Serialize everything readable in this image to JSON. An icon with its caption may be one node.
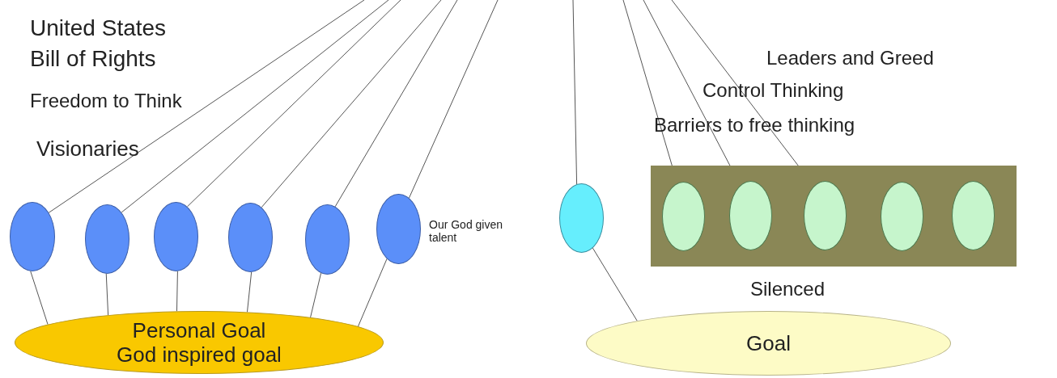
{
  "diagram": {
    "nodes": [
      {
        "text": [],
        "shape": "ellipse"
      },
      {
        "text": [],
        "shape": "ellipse"
      },
      {
        "text": [],
        "shape": "ellipse"
      },
      {
        "text": [],
        "shape": "ellipse"
      },
      {
        "text": [],
        "shape": "ellipse"
      },
      {
        "text": [],
        "shape": "ellipse",
        "beside": [
          "Our God given talent"
        ]
      },
      {
        "text": [],
        "shape": "ellipse"
      },
      {
        "text": [],
        "shape": "box",
        "beside": [
          "Silenced"
        ]
      },
      {
        "text": [],
        "shape": "ellipse",
        "in": 7
      },
      {
        "text": [],
        "shape": "ellipse",
        "in": 7
      },
      {
        "text": [],
        "shape": "ellipse",
        "in": 7
      },
      {
        "text": [],
        "shape": "ellipse",
        "in": 7
      },
      {
        "text": [],
        "shape": "ellipse",
        "in": 7
      },
      {
        "text": [
          "Personal Goal",
          "God inspired goal"
        ]
      },
      {
        "text": [
          "Goal"
        ]
      }
    ],
    "edges": [
      {
        "from": null,
        "to": 0,
        "arrow": "none"
      },
      {
        "from": null,
        "to": 1,
        "arrow": "none"
      },
      {
        "from": null,
        "to": 2,
        "arrow": "none"
      },
      {
        "from": null,
        "to": 3,
        "arrow": "none"
      },
      {
        "from": null,
        "to": 4,
        "arrow": "none"
      },
      {
        "from": null,
        "to": 5,
        "arrow": "none"
      },
      {
        "from": null,
        "to": 6,
        "arrow": "none"
      },
      {
        "from": null,
        "to": 8,
        "arrow": "none"
      },
      {
        "from": null,
        "to": 9,
        "arrow": "none"
      },
      {
        "from": null,
        "to": 10,
        "arrow": "none"
      },
      {
        "from": 0,
        "to": 13,
        "arrow": "none"
      },
      {
        "from": 1,
        "to": 13,
        "arrow": "none"
      },
      {
        "from": 2,
        "to": 13,
        "arrow": "none"
      },
      {
        "from": 3,
        "to": 13,
        "arrow": "none"
      },
      {
        "from": 4,
        "to": 13,
        "arrow": "none"
      },
      {
        "from": 5,
        "to": 13,
        "arrow": "none"
      },
      {
        "from": 6,
        "to": 14,
        "arrow": "none"
      }
    ],
    "labels": [
      "United States",
      "Bill of Rights",
      "Freedom to Think",
      "Visionaries",
      "Leaders and Greed",
      "Control Thinking",
      "Barriers to free thinking"
    ]
  }
}
